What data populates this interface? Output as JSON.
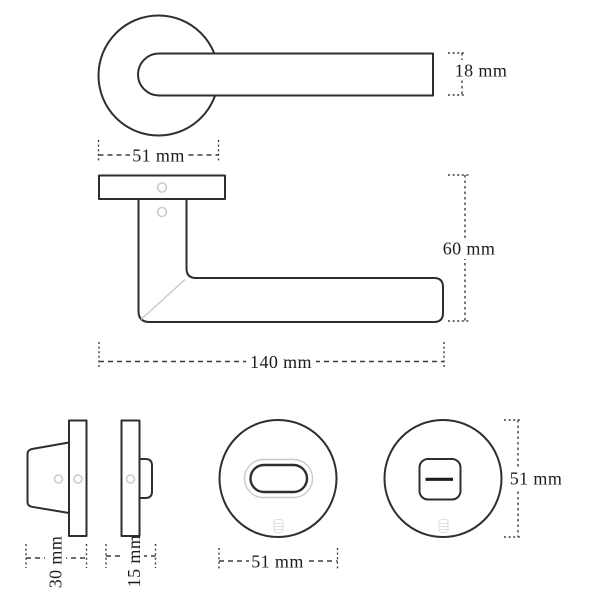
{
  "dims": {
    "lever_thickness": "18 mm",
    "rose_diameter": "51 mm",
    "handle_height": "60 mm",
    "lever_length": "140 mm",
    "turn_knob_depth": "30 mm",
    "release_rose_depth": "15 mm",
    "escutcheon_diameter": "51 mm",
    "escutcheon_height": "51 mm"
  },
  "colors": {
    "outline": "#2e2e2e",
    "dimension_line": "#3f3f3f",
    "faint_detail": "#c9c9c9",
    "screw_hole": "#cccccc",
    "watermark": "#e0e0e0",
    "label_text": "#1c1c1c",
    "background": "#ffffff"
  }
}
